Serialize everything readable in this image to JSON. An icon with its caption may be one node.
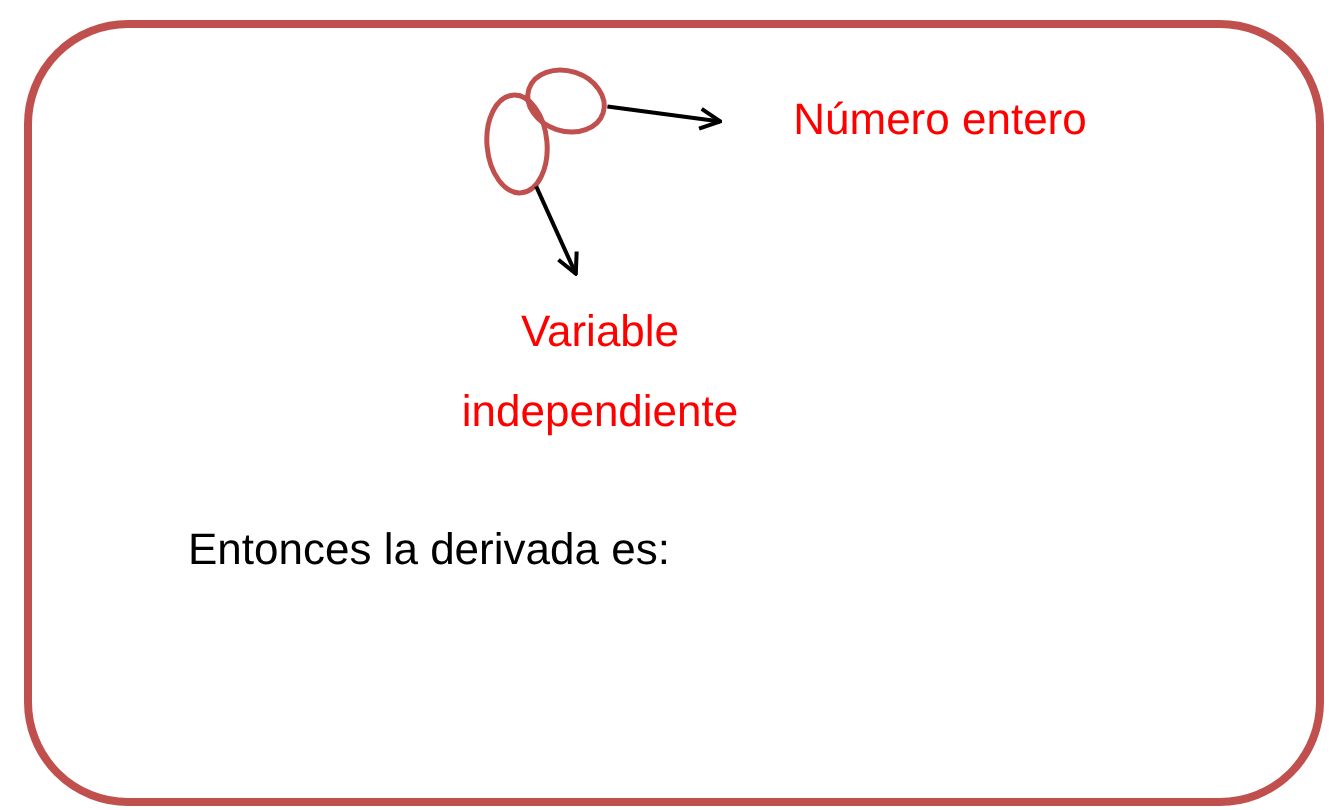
{
  "diagram": {
    "nodes": [
      {
        "text": [
          "Entonces la derivada es:"
        ]
      },
      {
        "text": [],
        "shape": "ellipse",
        "in": 0
      },
      {
        "text": [],
        "shape": "ellipse",
        "in": 0
      },
      {
        "text": [
          "Número entero"
        ],
        "in": 0
      },
      {
        "text": [
          "Variable independiente"
        ],
        "in": 0
      }
    ],
    "edges": [
      {
        "from": 1,
        "to": 3,
        "arrow": "to"
      },
      {
        "from": 2,
        "to": 4,
        "arrow": "to"
      }
    ]
  }
}
